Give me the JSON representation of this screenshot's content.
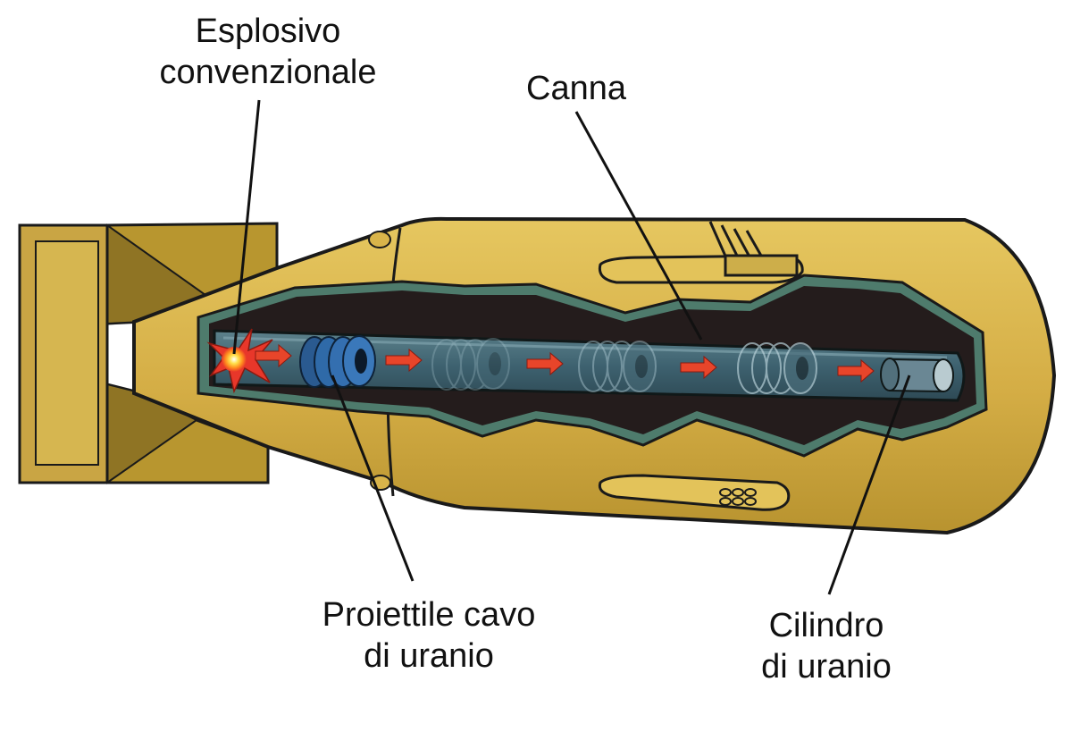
{
  "labels": {
    "explosive": {
      "line1": "Esplosivo",
      "line2": "convenzionale"
    },
    "barrel": {
      "line1": "Canna"
    },
    "projectile": {
      "line1": "Proiettile cavo",
      "line2": "di uranio"
    },
    "target": {
      "line1": "Cilindro",
      "line2": "di uranio"
    }
  },
  "colors": {
    "casing": "#d9b44a",
    "casing_dark": "#a88a2e",
    "tail_dark": "#8a7226",
    "cavity": "#2a1f1f",
    "barrel": "#3e5f6a",
    "barrel_light": "#557a85",
    "projectile": "#2f6aa8",
    "arrow": "#e8452a",
    "leader": "#111111"
  }
}
